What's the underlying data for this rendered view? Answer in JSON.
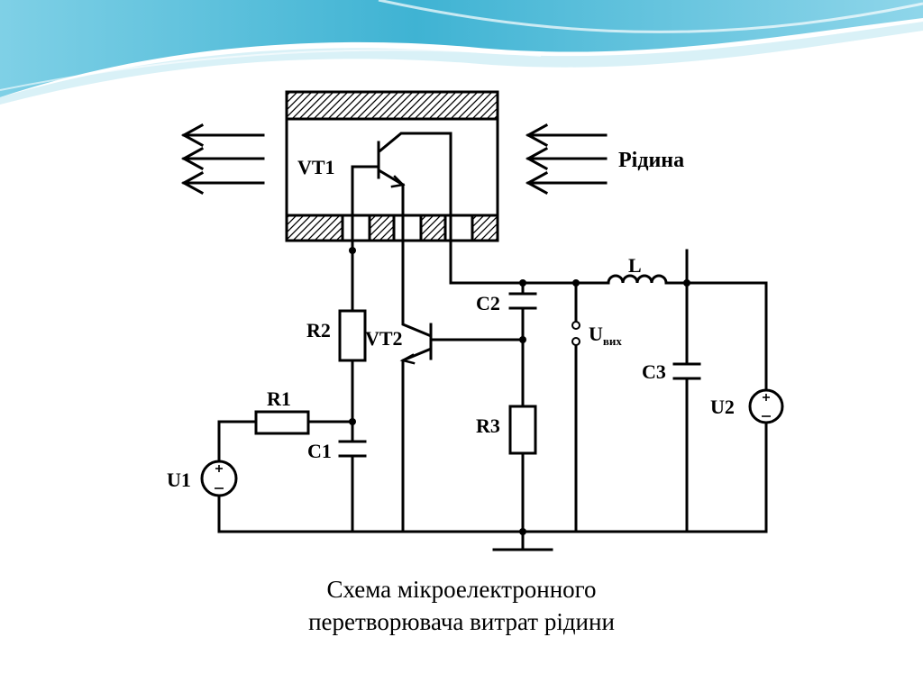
{
  "diagram": {
    "labels": {
      "vt1": "VT1",
      "vt2": "VT2",
      "liquid": "Рідина",
      "r1": "R1",
      "r2": "R2",
      "r3": "R3",
      "c1": "C1",
      "c2": "C2",
      "c3": "C3",
      "l": "L",
      "u1": "U1",
      "u2": "U2",
      "u_out_main": "U",
      "u_out_sub": "вих"
    }
  },
  "caption": {
    "line1": "Схема мікроелектронного",
    "line2": "перетворювача витрат рідини"
  },
  "colors": {
    "wave_dark": "#3fb3d3",
    "wave_light": "#bfe8f2",
    "wire": "#000000"
  }
}
